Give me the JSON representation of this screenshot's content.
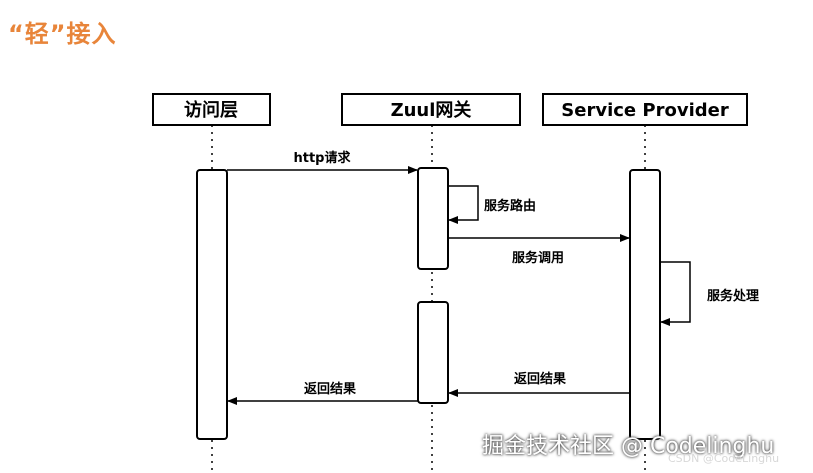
{
  "title": "“轻”接入",
  "participants": [
    {
      "id": "access",
      "label": "访问层"
    },
    {
      "id": "gateway",
      "label": "Zuul网关"
    },
    {
      "id": "provider",
      "label": "Service Provider"
    }
  ],
  "messages": [
    {
      "from": "access",
      "to": "gateway",
      "label": "http请求"
    },
    {
      "from": "gateway",
      "to": "gateway",
      "label": "服务路由"
    },
    {
      "from": "gateway",
      "to": "provider",
      "label": "服务调用"
    },
    {
      "from": "provider",
      "to": "provider",
      "label": "服务处理"
    },
    {
      "from": "provider",
      "to": "gateway",
      "label": "返回结果"
    },
    {
      "from": "gateway",
      "to": "access",
      "label": "返回结果"
    }
  ],
  "watermark": "掘金技术社区 @ Codelinghu",
  "csdn_watermark": "CSDN @CodeLinghu"
}
